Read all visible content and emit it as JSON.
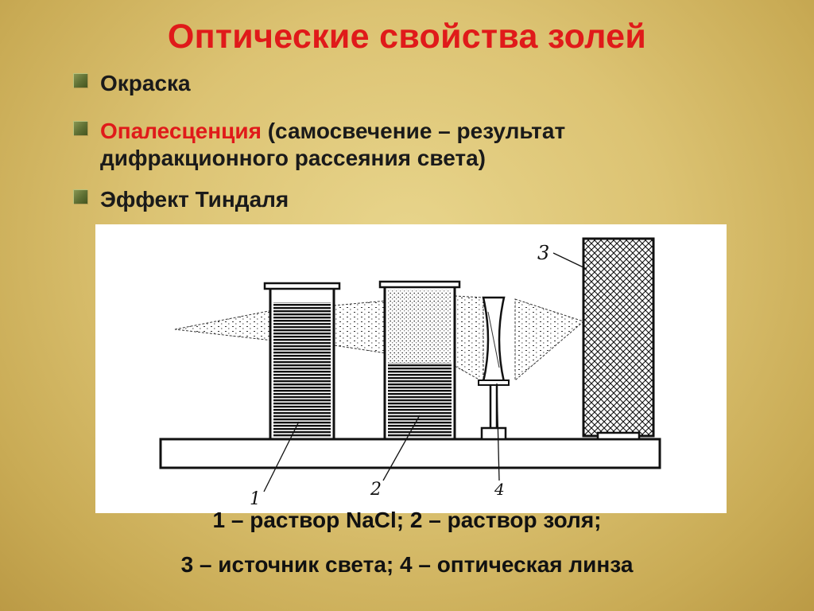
{
  "slide": {
    "title": "Оптические свойства золей",
    "bullets": [
      {
        "text": "Окраска"
      },
      {
        "highlight": "Опалесценция",
        "text": " (самосвечение – результат дифракционного рассеяния света)"
      },
      {
        "text": "Эффект Тиндаля"
      }
    ],
    "figure": {
      "labels": [
        "1",
        "2",
        "3",
        "4"
      ]
    },
    "captions": [
      "1 – раствор NaCl;  2 – раствор золя;",
      "3 – источник света; 4 – оптическая линза"
    ],
    "colors": {
      "title": "#e01a1a",
      "highlight": "#e01a1a",
      "bullet_mark": "#5f7034"
    },
    "icons": {
      "bullet": "square-bullet-icon"
    }
  }
}
